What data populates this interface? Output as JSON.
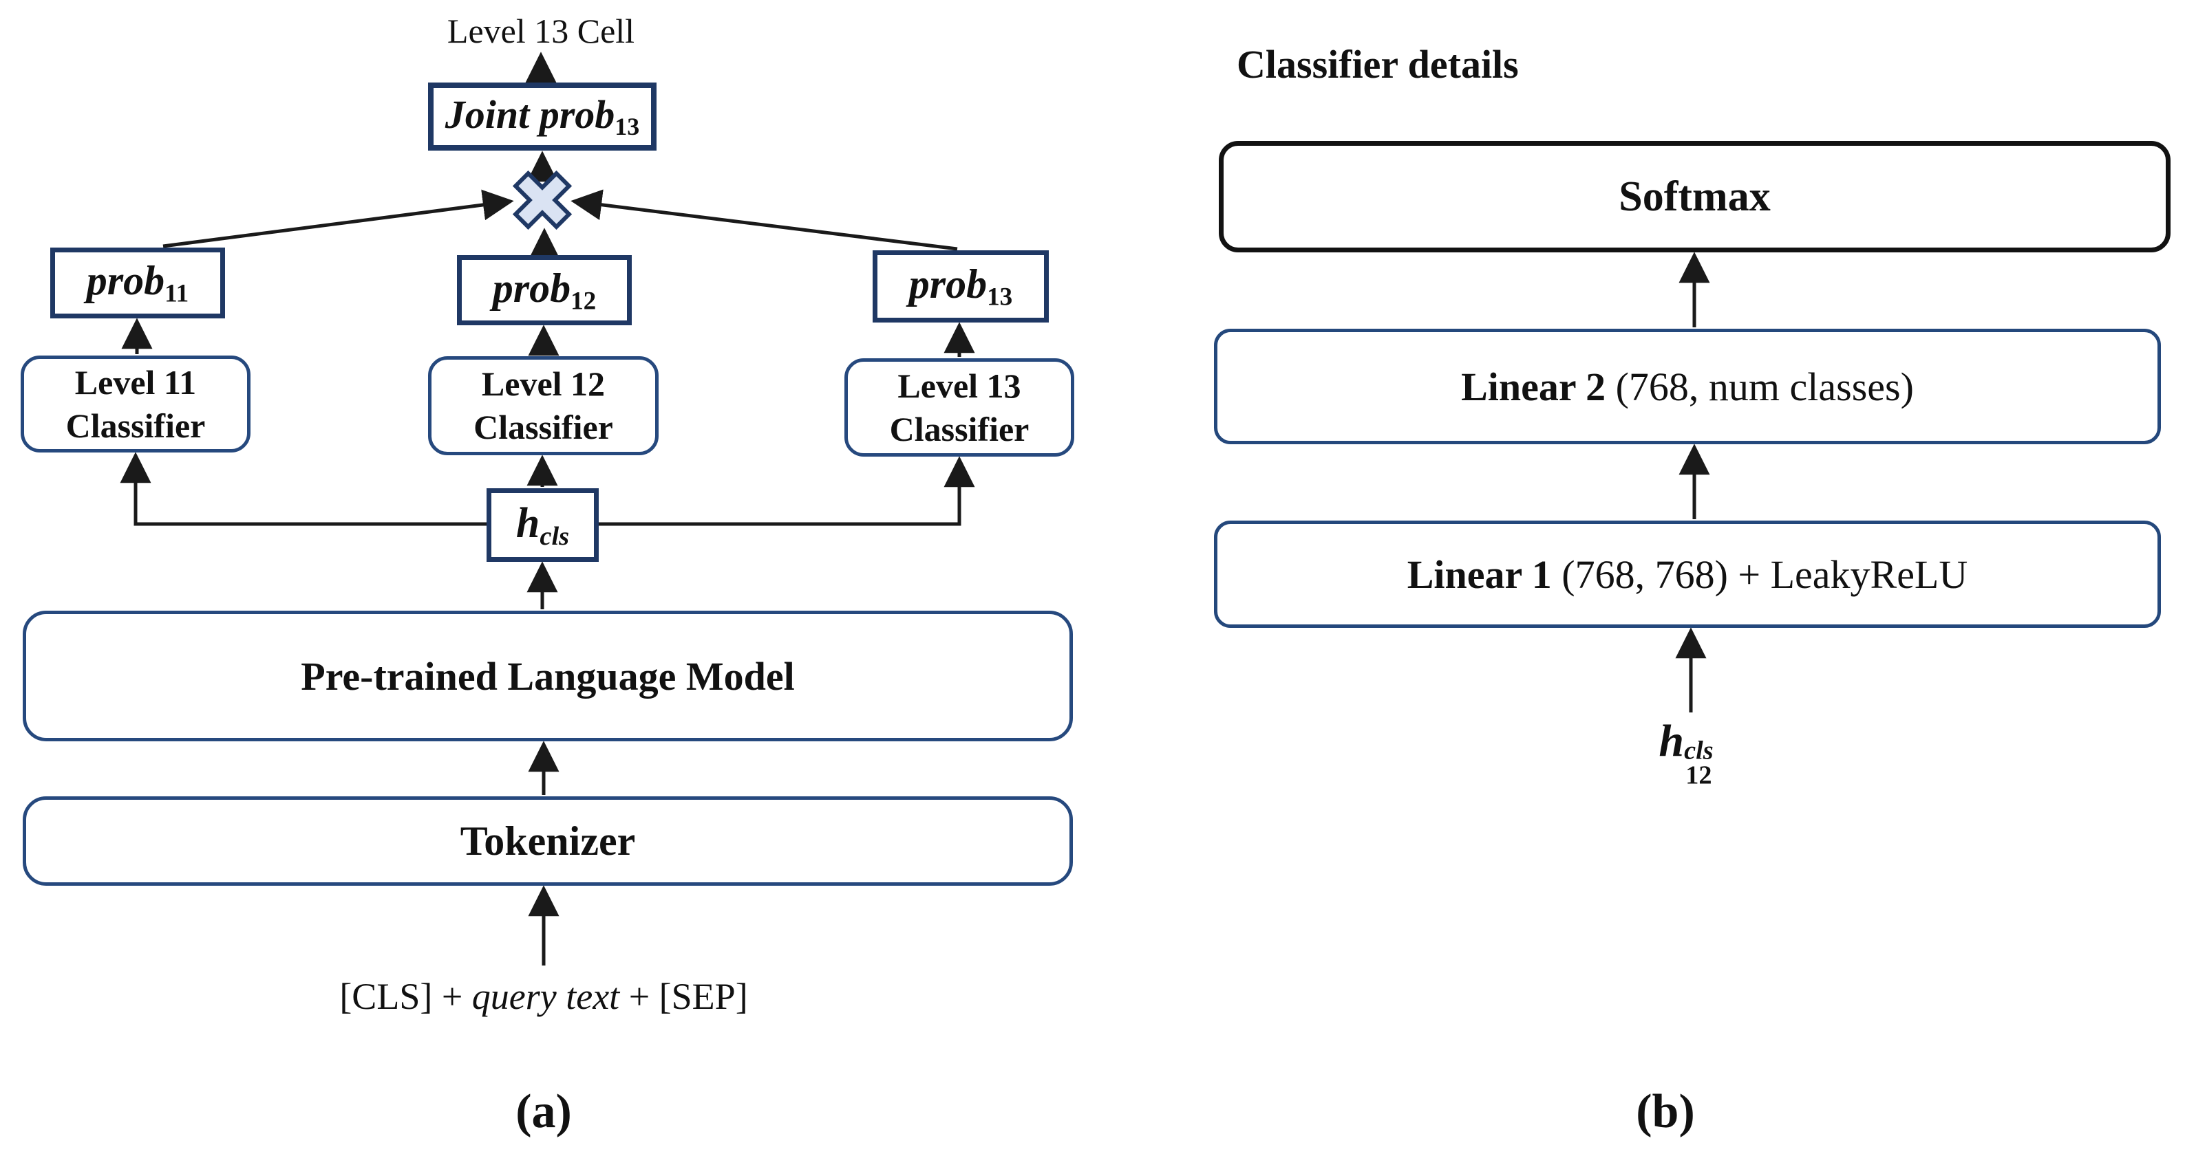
{
  "figure": {
    "panel_a": {
      "caption": "(a)",
      "output_label": "Level 13 Cell",
      "joint_prob": {
        "text": "Joint prob",
        "sub": "13"
      },
      "prob11": {
        "text": "prob",
        "sub": "11"
      },
      "prob12": {
        "text": "prob",
        "sub": "12"
      },
      "prob13": {
        "text": "prob",
        "sub": "13"
      },
      "classifier11": {
        "line1": "Level 11",
        "line2": "Classifier"
      },
      "classifier12": {
        "line1": "Level 12",
        "line2": "Classifier"
      },
      "classifier13": {
        "line1": "Level 13",
        "line2": "Classifier"
      },
      "hidden": {
        "text": "h",
        "sub": "cls"
      },
      "plm": "Pre-trained Language Model",
      "tokenizer": "Tokenizer",
      "input": {
        "prefix": "[CLS] + ",
        "italic": "query text",
        "suffix": " + [SEP]"
      }
    },
    "panel_b": {
      "caption": "(b)",
      "title": "Classifier details",
      "softmax": "Softmax",
      "linear2": {
        "bold": "Linear 2",
        "rest": " (768, num classes)"
      },
      "linear1": {
        "bold": "Linear 1",
        "rest": " (768, 768) + LeakyReLU"
      },
      "hidden": {
        "text": "h",
        "sup": "cls",
        "sub": "12"
      }
    },
    "colors": {
      "box_border": "#1f3864",
      "rounded_border": "#26497e",
      "softmax_border": "#121212",
      "multiply_fill": "#dae3f3",
      "multiply_stroke": "#1f3864",
      "arrow": "#1a1a1a"
    }
  }
}
